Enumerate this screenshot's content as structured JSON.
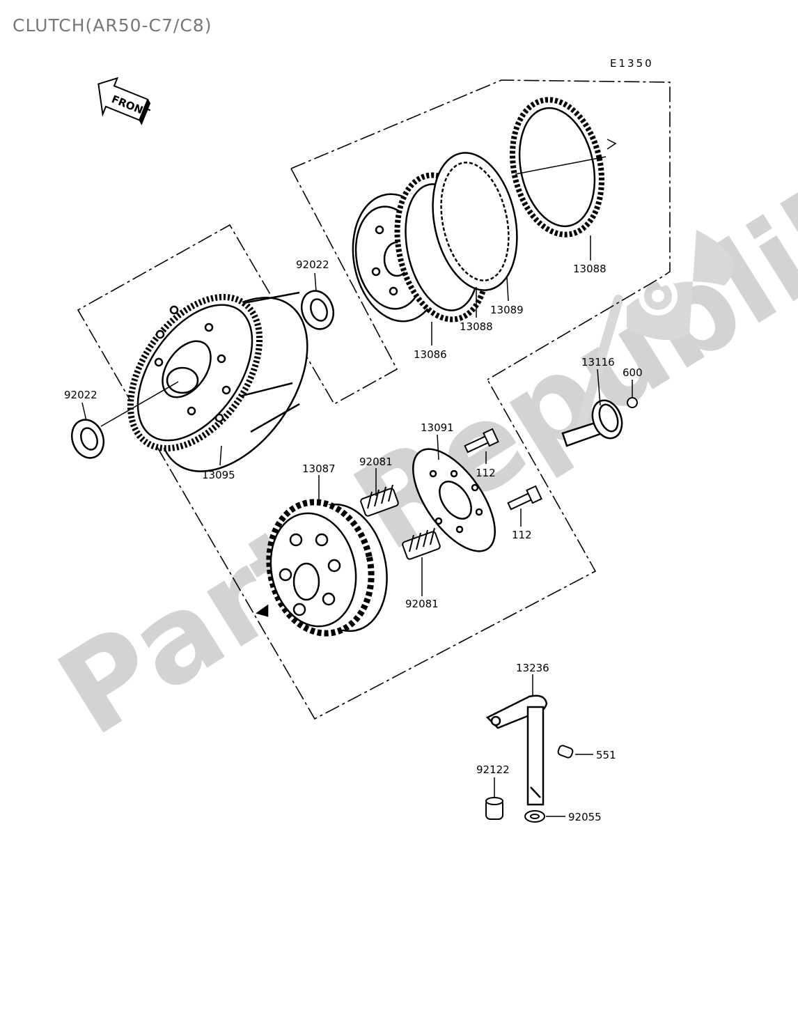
{
  "title": "CLUTCH(AR50-C7/C8)",
  "diagram_ref": "E1350",
  "front_label": "FRONT",
  "watermark": "PartsRepublik",
  "parts": [
    "92022",
    "92022",
    "13095",
    "13086",
    "13088",
    "13089",
    "13088",
    "13116",
    "600",
    "13091",
    "112",
    "112",
    "13087",
    "92081",
    "92081",
    "13236",
    "551",
    "92122",
    "92055"
  ]
}
